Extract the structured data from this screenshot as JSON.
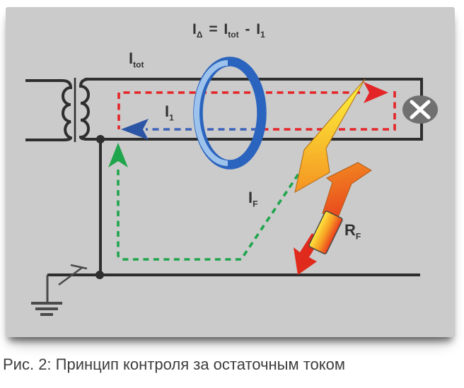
{
  "figure": {
    "caption": "Рис. 2: Принцип контроля за остаточным током"
  },
  "labels": {
    "i_tot": {
      "main": "I",
      "sub": "tot"
    },
    "i_1": {
      "main": "I",
      "sub": "1"
    },
    "i_f": {
      "main": "I",
      "sub": "F"
    },
    "r_f": {
      "main": "R",
      "sub": "F"
    },
    "formula": {
      "t1": {
        "main": "I",
        "sub": "Δ"
      },
      "t2": {
        "main": "="
      },
      "t3": {
        "main": "I",
        "sub": "tot"
      },
      "t4": {
        "main": "-"
      },
      "t5": {
        "main": "I",
        "sub": "1"
      }
    }
  },
  "icons": {
    "transformer": "transformer-coil-icon",
    "current_ring": "residual-current-sensor-ring-icon",
    "lamp": "lamp-circle-x-icon",
    "lightning": "fault-lightning-icon",
    "resistor": "fault-resistance-icon",
    "ground": "earth-ground-icon"
  },
  "colors": {
    "panel_bg": "#cbcbcb",
    "wire": "#2e2e2e",
    "red_path": "#e42528",
    "blue_path": "#3c63b8",
    "green_path": "#1fa54c",
    "ring_dark": "#2b64be",
    "ring_light": "#9dc2ec",
    "lamp_gray": "#707070",
    "bolt_yellow": "#fcf23b",
    "bolt_orange": "#f28f22",
    "bolt_red": "#e02a1c",
    "text": "#333333"
  }
}
